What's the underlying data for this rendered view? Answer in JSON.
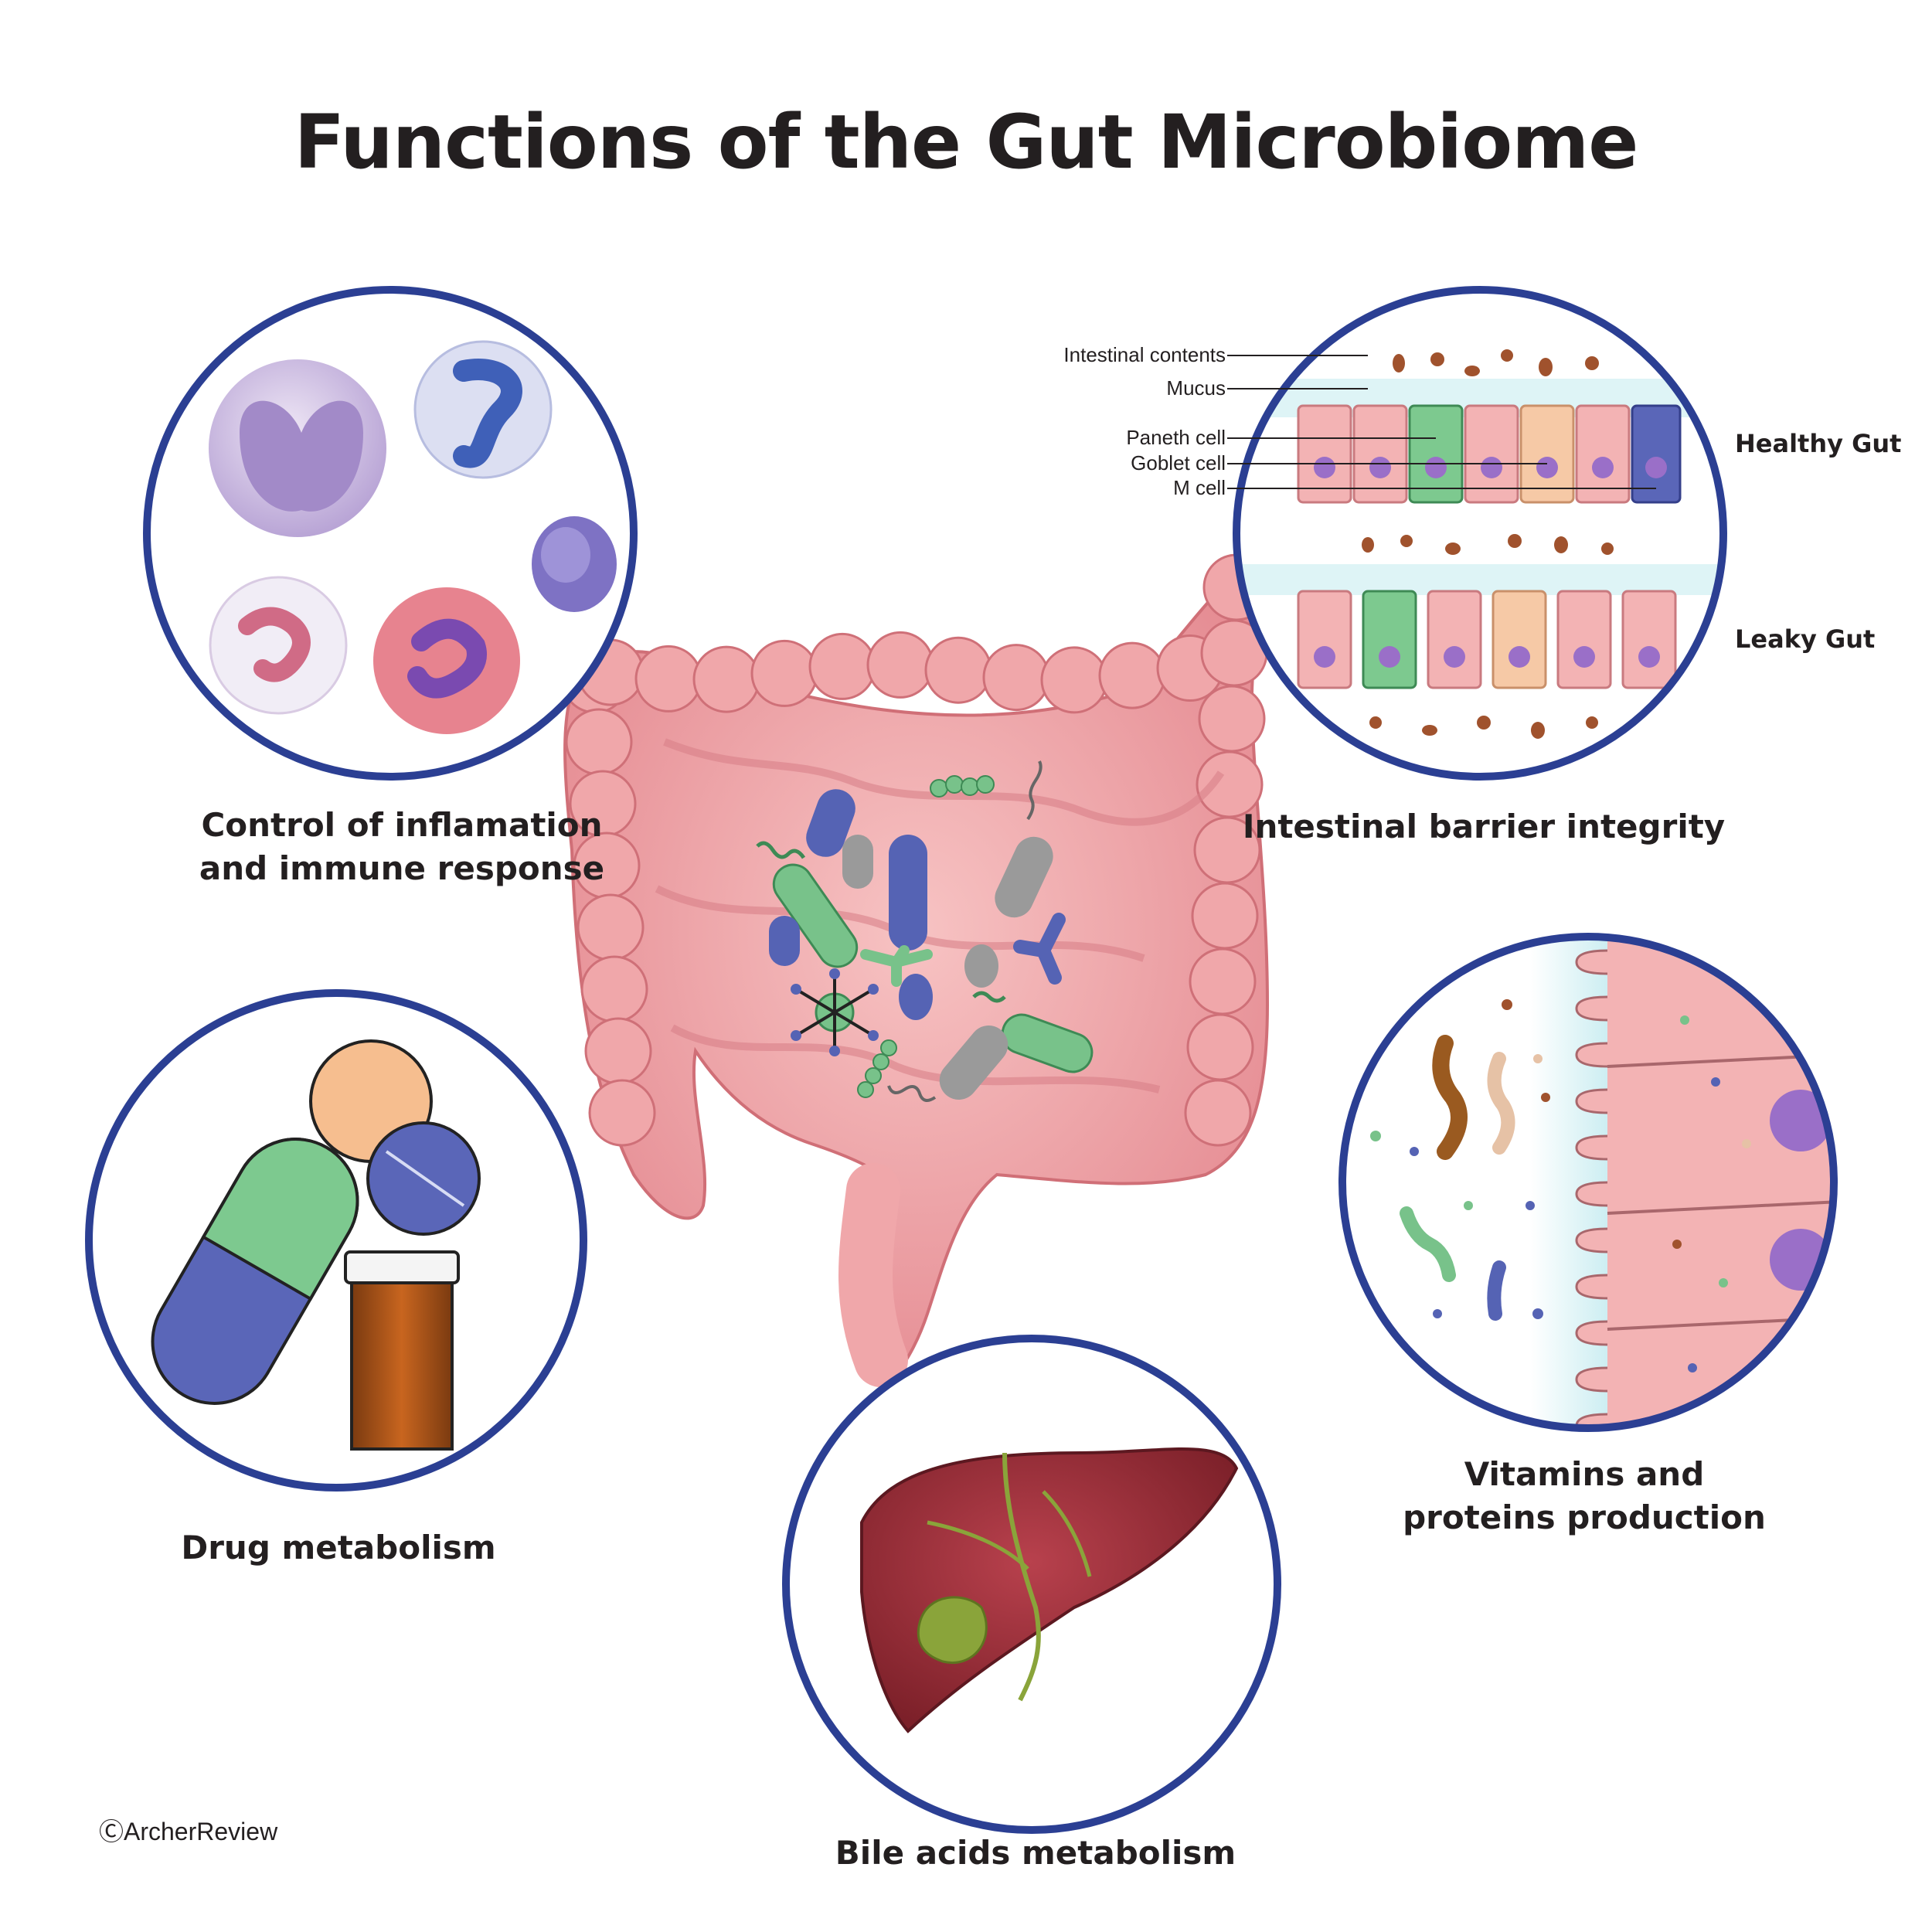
{
  "title": "Functions of the Gut Microbiome",
  "panels": {
    "immune": {
      "line1": "Control of inflamation",
      "line2": "and immune response"
    },
    "barrier": {
      "caption": "Intestinal barrier integrity"
    },
    "drug": {
      "caption": "Drug metabolism"
    },
    "bile": {
      "caption": "Bile acids metabolism"
    },
    "vitamins": {
      "line1": "Vitamins and",
      "line2": "proteins production"
    }
  },
  "barrier_labels": {
    "intestinal_contents": "Intestinal contents",
    "mucus": "Mucus",
    "paneth_cell": "Paneth cell",
    "goblet_cell": "Goblet cell",
    "m_cell": "M cell",
    "healthy_gut": "Healthy Gut",
    "leaky_gut": "Leaky Gut"
  },
  "copyright": "ⒸArcherReview",
  "colors": {
    "ring": "#2b3f93",
    "intestine": "#f2a3a3",
    "intestine_dark": "#d9797f",
    "cell_pink": "#f3b3b4",
    "cell_green": "#7dc98f",
    "cell_blue": "#5a66b8",
    "cell_peach": "#f6c9a6",
    "nucleus": "#9a6fc8",
    "liver": "#9c2f3a",
    "gallbladder": "#8aa43a",
    "bacteria_blue": "#5563b4",
    "bacteria_green": "#78c28a",
    "bacteria_gray": "#9a9a9a",
    "debris": "#a0522d"
  }
}
